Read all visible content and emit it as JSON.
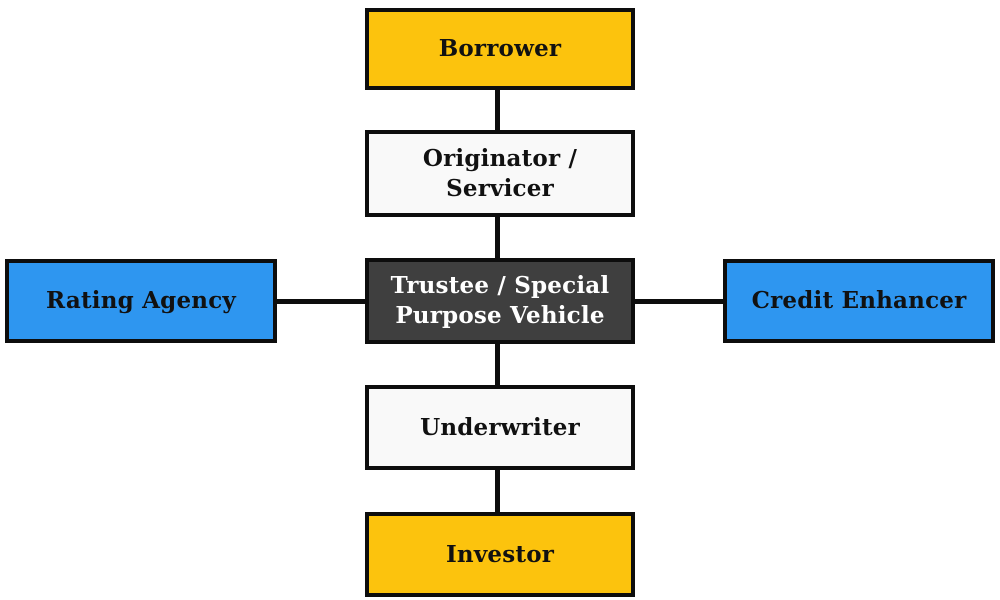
{
  "diagram": {
    "description": "Securitization participants flowchart",
    "colors": {
      "node_yellow": "#FCC30D",
      "node_blue": "#2E96F0",
      "node_dark": "#3F3F3F",
      "node_light": "#F9F9F9",
      "border": "#0D0D0D",
      "text_dark": "#111111",
      "text_light": "#FFFFFF",
      "background": "#FFFFFF"
    },
    "nodes": {
      "borrower": {
        "label": "Borrower",
        "bg": "#FCC30D",
        "fg": "#111111"
      },
      "originator_servicer": {
        "label": "Originator / Servicer",
        "bg": "#F9F9F9",
        "fg": "#111111"
      },
      "trustee_spv": {
        "label": "Trustee / Special Purpose Vehicle",
        "bg": "#3F3F3F",
        "fg": "#FFFFFF"
      },
      "rating_agency": {
        "label": "Rating Agency",
        "bg": "#2E96F0",
        "fg": "#111111"
      },
      "credit_enhancer": {
        "label": "Credit Enhancer",
        "bg": "#2E96F0",
        "fg": "#111111"
      },
      "underwriter": {
        "label": "Underwriter",
        "bg": "#F9F9F9",
        "fg": "#111111"
      },
      "investor": {
        "label": "Investor",
        "bg": "#FCC30D",
        "fg": "#111111"
      }
    },
    "edges": [
      {
        "from": "borrower",
        "to": "originator_servicer",
        "orientation": "vertical"
      },
      {
        "from": "originator_servicer",
        "to": "trustee_spv",
        "orientation": "vertical"
      },
      {
        "from": "rating_agency",
        "to": "trustee_spv",
        "orientation": "horizontal"
      },
      {
        "from": "trustee_spv",
        "to": "credit_enhancer",
        "orientation": "horizontal"
      },
      {
        "from": "trustee_spv",
        "to": "underwriter",
        "orientation": "vertical"
      },
      {
        "from": "underwriter",
        "to": "investor",
        "orientation": "vertical"
      }
    ]
  }
}
